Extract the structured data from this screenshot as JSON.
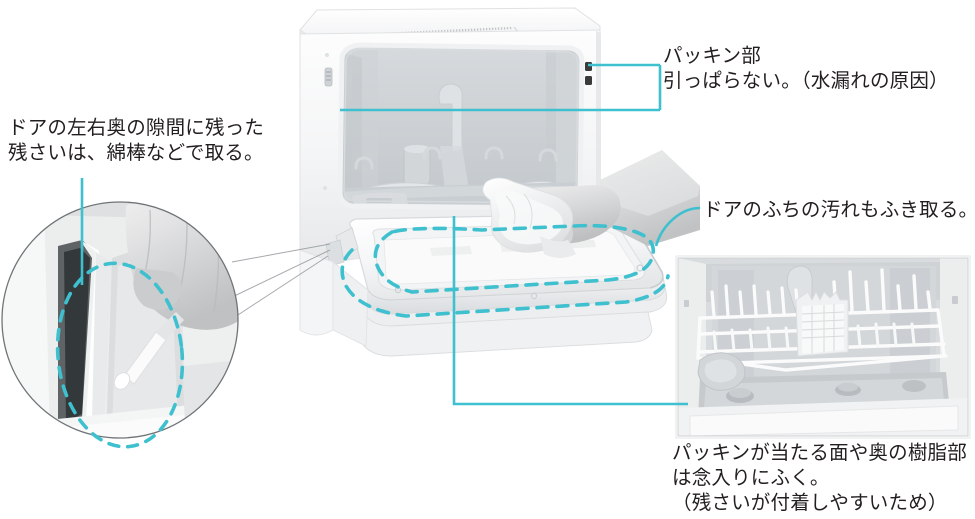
{
  "figure": {
    "title": "食器洗い乾燥機 お手入れ figure",
    "accent_color": "#3fc0cf",
    "text_color": "#231f20",
    "background": "#ffffff"
  },
  "callouts": [
    {
      "id": "packing",
      "name": "packing-callout",
      "lines": [
        "パッキン部",
        "引っぱらない。（水漏れの原因）"
      ],
      "text": "パッキン部\n引っぱらない。（水漏れの原因）",
      "leader": "bracket-right-top",
      "target": "door-gasket"
    },
    {
      "id": "gap",
      "name": "gap-callout",
      "lines": [
        "ドアの左右奥の隙間に残った",
        "残さいは、綿棒などで取る。"
      ],
      "text": "ドアの左右奥の隙間に残った\n残さいは、綿棒などで取る。",
      "leader": "vertical-down-to-circle",
      "target": "door-side-gap-detail"
    },
    {
      "id": "edge",
      "name": "door-edge-callout",
      "lines": [
        "ドアのふちの汚れもふき取る。"
      ],
      "text": "ドアのふちの汚れもふき取る。",
      "leader": "curve-left-to-door-rim",
      "target": "door-rim"
    },
    {
      "id": "surface",
      "name": "sealing-surface-callout",
      "lines": [
        "パッキンが当たる面や奥の樹脂部",
        "は念入りにふく。",
        "（残さいが付着しやすいため）"
      ],
      "text": "パッキンが当たる面や奥の樹脂部\nは念入りにふく。\n（残さいが付着しやすいため）",
      "leader": "vertical-then-right-to-photo",
      "target": "interior-photo"
    }
  ],
  "illustrations": {
    "main": {
      "name": "dishwasher-open-door",
      "description": "countertop dishwasher, door open flat, hand wiping door rim with cloth",
      "vent_label": "top-vent-grille",
      "parts": [
        "body",
        "door",
        "inner-cavity",
        "spray-arm",
        "basket-rails",
        "hand",
        "cloth"
      ]
    },
    "circle_inset": {
      "name": "magnified-corner-detail",
      "description": "magnified circular view of rear side gap being cleaned with a cotton swab",
      "highlight": "dashed-ellipse"
    },
    "photo_inset": {
      "name": "interior-basket-photo",
      "description": "photo of dishwasher interior with wire basket and cutlery holder",
      "highlight": "sealing-surface"
    }
  },
  "highlights": [
    {
      "name": "door-rim-dashed-outline",
      "style": "dashed",
      "color": "#3fc0cf"
    },
    {
      "name": "corner-gap-dashed-ellipse",
      "style": "dashed",
      "color": "#3fc0cf"
    }
  ]
}
